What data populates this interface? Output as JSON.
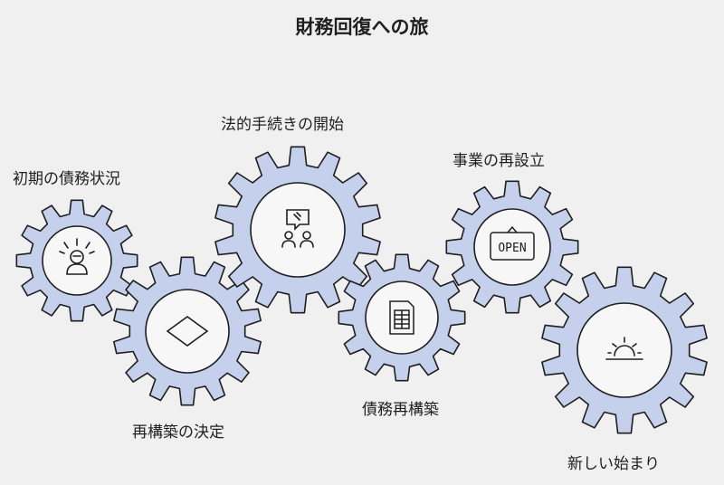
{
  "title": "財務回復への旅",
  "colors": {
    "background": "#f0f0f0",
    "gear_fill": "#c5d0ec",
    "gear_stroke": "#1e1e1e",
    "inner_fill": "#f7f7f7"
  },
  "steps": [
    {
      "label": "初期の債務状況",
      "icon": "stressed-person-icon"
    },
    {
      "label": "再構築の決定",
      "icon": "decision-diamond-icon"
    },
    {
      "label": "法的手続きの開始",
      "icon": "gavel-people-icon"
    },
    {
      "label": "債務再構築",
      "icon": "document-table-icon"
    },
    {
      "label": "事業の再設立",
      "icon": "open-sign-icon"
    },
    {
      "label": "新しい始まり",
      "icon": "sunrise-icon"
    }
  ],
  "open_sign_text": "OPEN"
}
